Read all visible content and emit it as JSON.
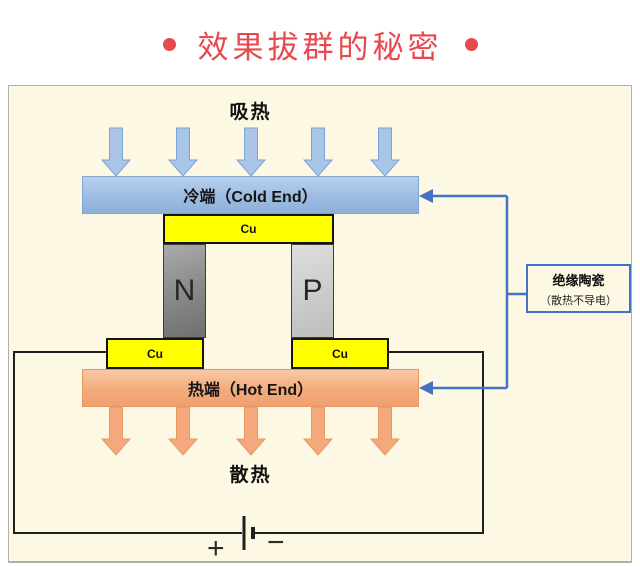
{
  "title": {
    "text": "效果拔群的秘密",
    "bullet": "title-dot"
  },
  "diagram": {
    "absorb_label": "吸热",
    "dissipate_label": "散热",
    "cold_end_label": "冷端（Cold End）",
    "hot_end_label": "热端（Hot End）",
    "cu_label": "Cu",
    "n_label": "N",
    "p_label": "P",
    "ceramic_box": {
      "title": "绝缘陶瓷",
      "subtitle": "（散热不导电）"
    },
    "battery": {
      "plus": "+",
      "minus": "−"
    }
  },
  "colors": {
    "title_red": "#e8494e",
    "canvas_bg": "#fdf8e3",
    "cold_blue": "#9dbce2",
    "hot_orange": "#f3ab7c",
    "copper_yellow": "#ffff00",
    "semiconductor_n_gray": "#8d8d8d",
    "semiconductor_p_gray": "#cfcfcf",
    "connector_blue": "#4472c4",
    "wire_black": "#1f1f1f"
  }
}
